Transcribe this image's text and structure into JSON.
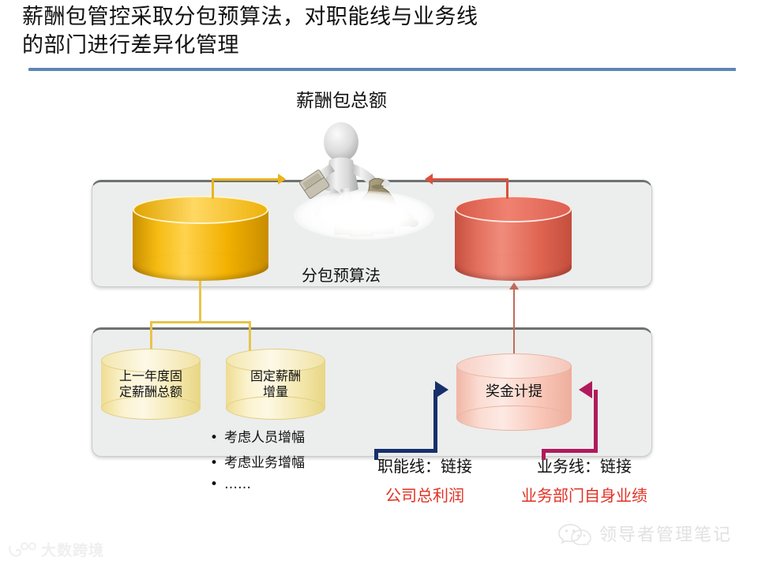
{
  "slide": {
    "title_lines": [
      "薪酬包管控采取分包预算法，对职能线与业务线",
      "的部门进行差异化管理"
    ],
    "divider_color": "#5b86b5"
  },
  "diagram": {
    "package_total_label": "薪酬包总额",
    "method_label": "分包预算法",
    "figure_alt": "businessman-with-money-icon",
    "top_panel": {
      "yellow_cylinder": {
        "label": "",
        "color": "#f0b90b"
      },
      "red_cylinder": {
        "label": "",
        "color": "#e2685a"
      }
    },
    "bottom_panel": {
      "pale_cylinders": [
        {
          "label": "上一年度固\n定薪酬总额",
          "color": "#f7eec0"
        },
        {
          "label": "固定薪酬\n增量",
          "color": "#f7eec0"
        }
      ],
      "pink_cylinder": {
        "label": "奖金计提",
        "color": "#f8c8ba"
      }
    },
    "bullets": [
      {
        "marker": "•",
        "text": "考虑人员增幅"
      },
      {
        "marker": "•",
        "text": "考虑业务增幅"
      },
      {
        "marker": "•",
        "text": "……"
      }
    ],
    "link_labels": [
      {
        "heading": "职能线：链接",
        "value": "公司总利润",
        "accent": "#16306b"
      },
      {
        "heading": "业务线：链接",
        "value": "业务部门自身业绩",
        "accent": "#b01a5c"
      }
    ],
    "value_color": "#e03225"
  },
  "watermarks": {
    "left": {
      "icon": "dashujingjing-logo-icon",
      "text": "大数跨境"
    },
    "right": {
      "icon": "wechat-icon",
      "text": "领导者管理笔记"
    }
  }
}
